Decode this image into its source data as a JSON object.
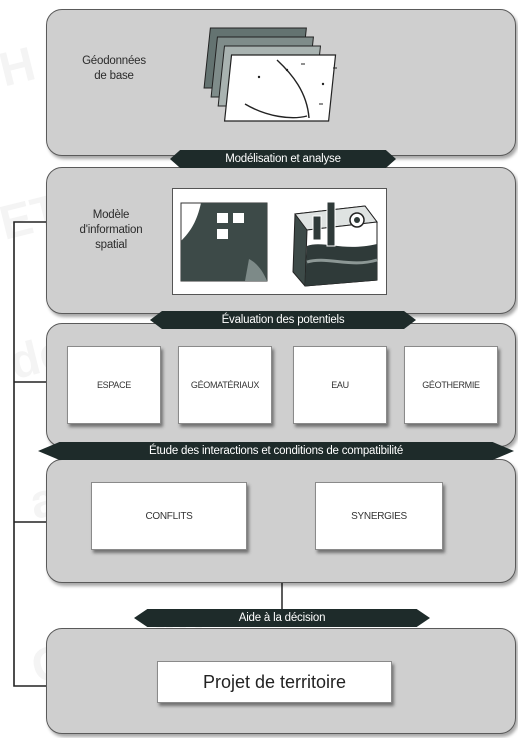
{
  "panels": {
    "geodonnees": {
      "label_line1": "Géodonnées",
      "label_line2": "de base"
    },
    "modele": {
      "label_line1": "Modèle",
      "label_line2": "d'information",
      "label_line3": "spatial"
    },
    "projet": {
      "title": "Projet de territoire"
    }
  },
  "banners": {
    "modelisation": "Modélisation et analyse",
    "evaluation": "Évaluation des potentiels",
    "etude": "Étude des interactions et conditions de compatibilité",
    "aide": "Aide à la décision"
  },
  "potentiels": [
    "ESPACE",
    "GÉOMATÉRIAUX",
    "EAU",
    "GÉOTHERMIE"
  ],
  "interactions": [
    "CONFLITS",
    "SYNERGIES"
  ],
  "colors": {
    "panel": "#cfcfcf",
    "banner": "#1e2b2a",
    "dark_map": "#3d4a48"
  }
}
